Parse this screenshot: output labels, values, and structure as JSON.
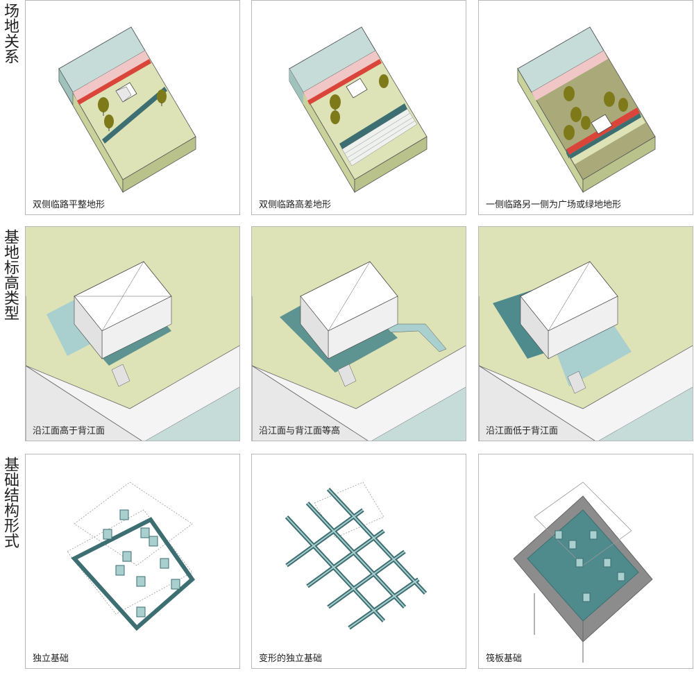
{
  "rows": [
    {
      "label": "场地关系",
      "captions": [
        "双侧临路平整地形",
        "双侧临路高差地形",
        "一侧临路另一侧为广场或绿地地形"
      ]
    },
    {
      "label": "基地标高类型",
      "captions": [
        "沿江面高于背江面",
        "沿江面与背江面等高",
        "沿江面低于背江面"
      ]
    },
    {
      "label": "基础结构形式",
      "captions": [
        "独立基础",
        "变形的独立基础",
        "筏板基础"
      ]
    }
  ],
  "colors": {
    "ground": "#dde3b6",
    "water": "#c5dcd8",
    "road_red": "#d9453a",
    "road_pink": "#f0c6c6",
    "road_teal": "#3d6e72",
    "foundation": "#4f8a8c",
    "tree": "#7e7a1a",
    "slab_grey": "#8c8c8c"
  }
}
